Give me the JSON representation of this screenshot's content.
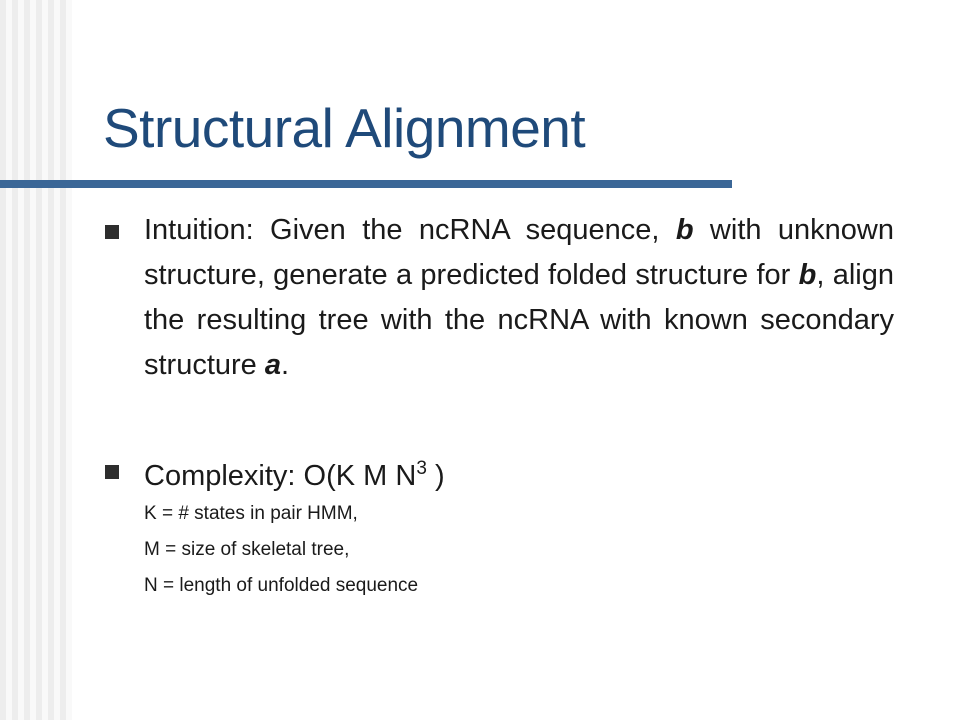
{
  "slide": {
    "title": "Structural Alignment",
    "bullet1": {
      "lead": "Intuition: Given the ncRNA sequence, ",
      "b": "b",
      "mid1": " with unknown structure, generate a predicted folded structure for ",
      "b2": "b",
      "mid2": ", align the resulting tree with the ncRNA with known secondary structure ",
      "a": "a",
      "end": "."
    },
    "bullet2": {
      "text": "Complexity:  O(K M N",
      "sup": "3",
      "close": " )"
    },
    "definitions": [
      "K = # states in pair HMM,",
      "M = size of skeletal tree,",
      "N = length of unfolded sequence"
    ]
  }
}
